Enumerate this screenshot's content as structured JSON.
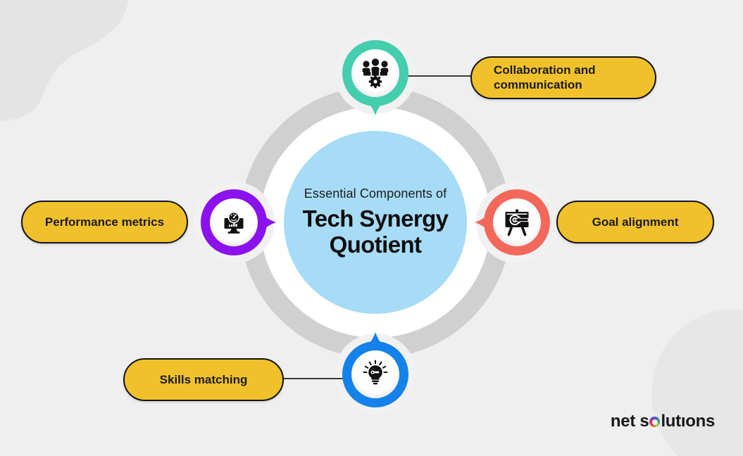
{
  "center": {
    "eyebrow": "Essential Components of",
    "title_line1": "Tech Synergy",
    "title_line2": "Quotient"
  },
  "components": [
    {
      "name": "Collaboration and communication",
      "label": "Collaboration and\ncommunication",
      "color": "#45CEAE",
      "icon": "people-gear-icon",
      "position": "top"
    },
    {
      "name": "Goal alignment",
      "label": "Goal alignment",
      "color": "#F4685B",
      "icon": "target-board-icon",
      "position": "right"
    },
    {
      "name": "Skills matching",
      "label": "Skills matching",
      "color": "#1482E9",
      "icon": "lightbulb-icon",
      "position": "bottom"
    },
    {
      "name": "Performance metrics",
      "label": "Performance metrics",
      "color": "#8B12EE",
      "icon": "gauge-monitor-icon",
      "position": "left"
    }
  ],
  "palette": {
    "background": "#F0EFEF",
    "blob": "#E5E4E4",
    "ring": "#D1D0D0",
    "center_circle": "#A7DCF6",
    "pill_fill": "#F0C12B",
    "pill_border": "#141414",
    "text": "#161616",
    "icon": "#111111",
    "connector": "#3A3A3A"
  },
  "logo": {
    "text": "net solutıons",
    "pre": "net s",
    "post": "lutıons"
  }
}
